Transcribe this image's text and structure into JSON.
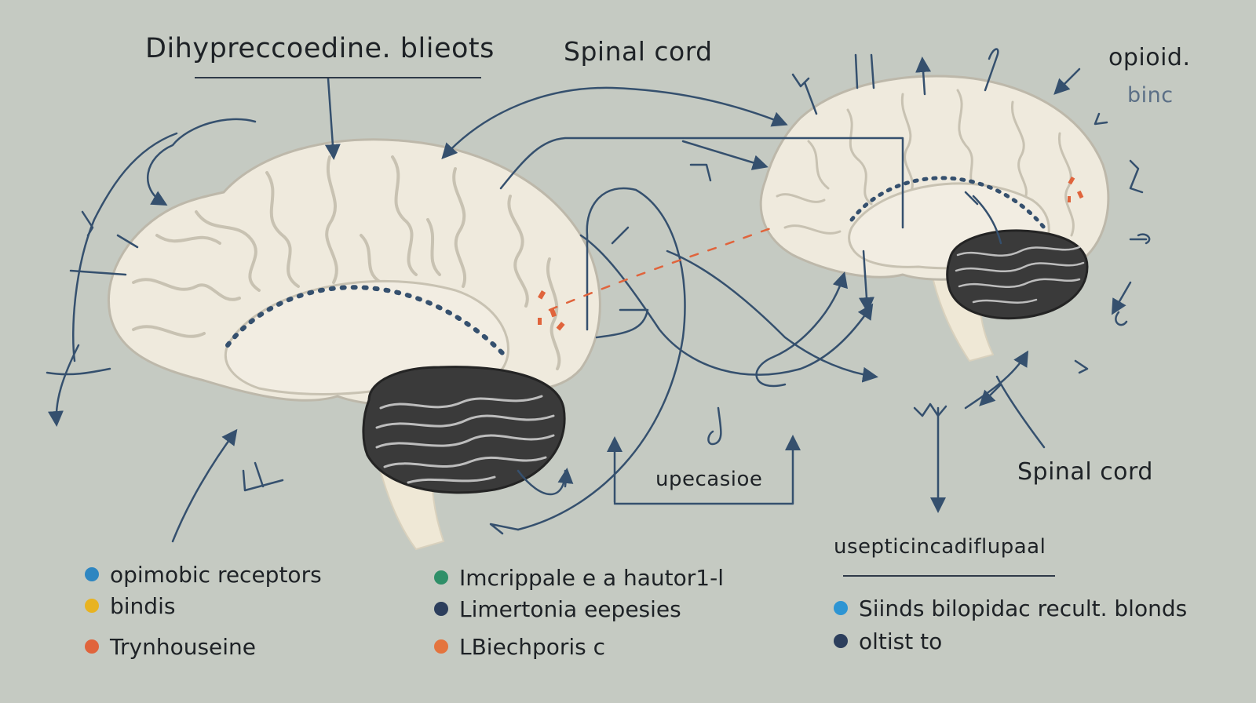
{
  "diagram": {
    "title": "Dihypreccoedine. blieots",
    "labels": {
      "spinal_cord_top": "Spinal cord",
      "opioid": "opioid.",
      "binc": "binc",
      "upecasioe": "upecasioe",
      "spinal_cord_right": "Spinal cord",
      "usepticincadiflupaal": "usepticincadiflupaal"
    },
    "legend_left": [
      {
        "label": "opimobic receptors",
        "color": "#2e86c1"
      },
      {
        "label": "bindis",
        "color": "#e8b321"
      },
      {
        "label": "Trynhouseine",
        "color": "#e0643c"
      }
    ],
    "legend_middle": [
      {
        "label": "Imcrippale e a hautor1-l",
        "color": "#2f8f68"
      },
      {
        "label": "Limertonia eepesies",
        "color": "#2c3e5c"
      },
      {
        "label": "LBiechporis c",
        "color": "#e4743e"
      }
    ],
    "legend_right": [
      {
        "label": "Siinds bilopidac recult. blonds",
        "color": "#2e95d3"
      },
      {
        "label": "oltist to",
        "color": "#2c3e5c"
      }
    ],
    "colors": {
      "background": "#c5cac2",
      "brain": "#efeadd",
      "cerebellum": "#3a3a3a",
      "ink": "#35506e",
      "accent": "#e0643c"
    },
    "icons": [
      "brain-left-icon",
      "brain-right-icon",
      "annotation-arrows"
    ]
  }
}
